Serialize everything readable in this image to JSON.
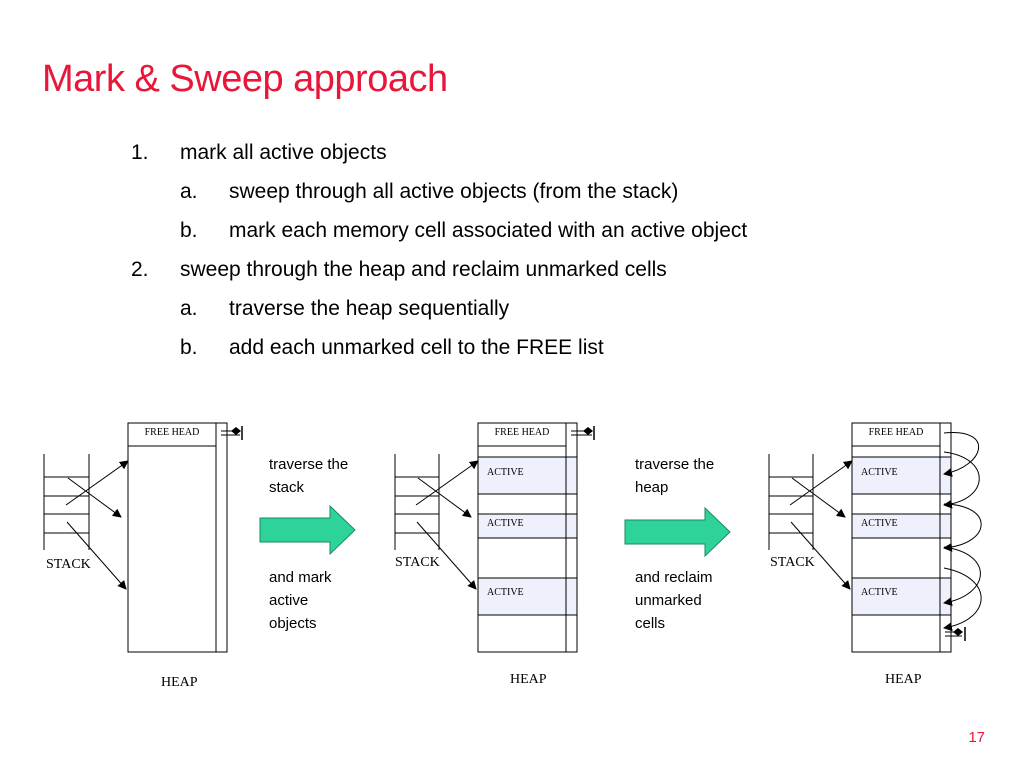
{
  "title": "Mark & Sweep approach",
  "steps": [
    {
      "marker": "1.",
      "text": "mark all active objects"
    },
    {
      "marker": "a.",
      "text": "sweep through all active objects (from the stack)"
    },
    {
      "marker": "b.",
      "text": "mark each memory cell associated with an active object"
    },
    {
      "marker": "2.",
      "text": "sweep through the heap and reclaim unmarked cells"
    },
    {
      "marker": "a.",
      "text": "traverse the heap sequentially"
    },
    {
      "marker": "b.",
      "text": "add each unmarked cell to the FREE list"
    }
  ],
  "diagram": {
    "free_head_label": "FREE HEAD",
    "active_label": "ACTIVE",
    "stack_label": "STACK",
    "heap_label": "HEAP",
    "arrow1_top": "traverse the\nstack",
    "arrow1_bottom": "and mark\nactive\nobjects",
    "arrow2_top": "traverse the\nheap",
    "arrow2_bottom": "and reclaim\nunmarked\ncells",
    "colors": {
      "active_fill": "#eef0fb",
      "arrow_fill": "#2ed39a",
      "title": "#e8173a"
    }
  },
  "page_number": "17"
}
